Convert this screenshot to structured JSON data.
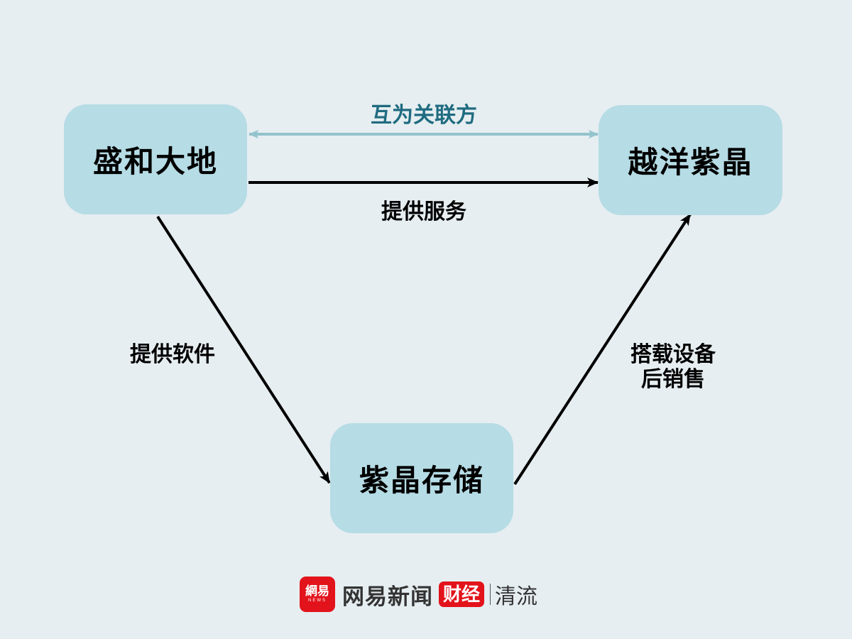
{
  "nodes": {
    "shenghe": "盛和大地",
    "yueyang": "越洋紫晶",
    "zijing": "紫晶存储"
  },
  "edges": {
    "related_party": "互为关联方",
    "provide_service": "提供服务",
    "provide_software": "提供软件",
    "aftersales_line1": "搭载设备",
    "aftersales_line2": "后销售"
  },
  "footer": {
    "logo_text": "網易",
    "logo_sub": "NEWS",
    "brand": "网易新闻",
    "badge": "财经",
    "column": "清流"
  },
  "colors": {
    "background": "#e6eef1",
    "node": "#b6dce5",
    "related_arrow": "#93c3cd",
    "related_text": "#1f6b80",
    "brand_red": "#e3131b"
  }
}
